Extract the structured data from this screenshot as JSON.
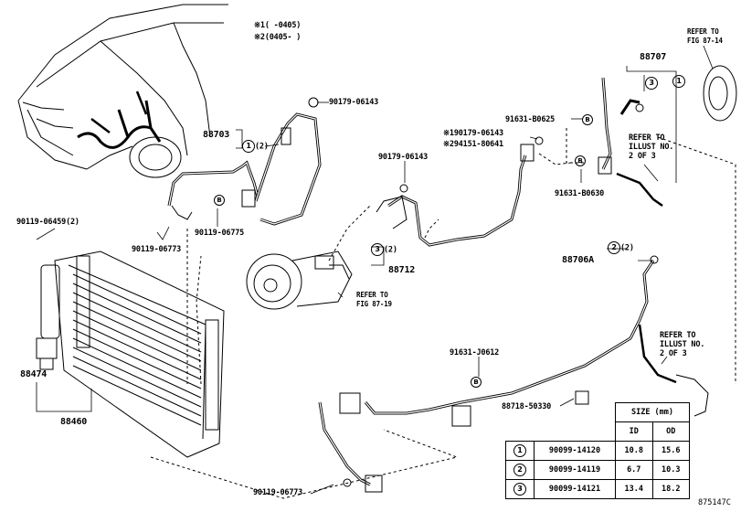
{
  "notes": [
    {
      "mark": "※1",
      "text": "(    -0405)"
    },
    {
      "mark": "※2",
      "text": "(0405-    )"
    }
  ],
  "labels": {
    "p90179_06143_top": "90179-06143",
    "p88703": "88703",
    "p88703_qty": "(2)",
    "p88707": "88707",
    "refer_fig_87_14": [
      "REFER TO",
      "FIG 87-14"
    ],
    "p91631_b0625": "91631-B0625",
    "s1_90179_06143": "※190179-06143",
    "s2_94151_80641": "※294151-80641",
    "refer_illust_top": [
      "REFER TO",
      "ILLUST NO.",
      "2 OF 3"
    ],
    "p90179_06143_mid": "90179-06143",
    "p91631_b0630": "91631-B0630",
    "p90119_06459": "90119-06459(2)",
    "p90119_06773_a": "90119-06773",
    "p90119_06775": "90119-06775",
    "p88712": "88712",
    "p88712_qty": "(2)",
    "p88706a": "88706A",
    "p88706a_qty": "(2)",
    "refer_fig_87_19": [
      "REFER TO",
      "FIG 87-19"
    ],
    "refer_illust_bottom": [
      "REFER TO",
      "ILLUST NO.",
      "2 OF 3"
    ],
    "p91631_j0612": "91631-J0612",
    "p88474": "88474",
    "p88460": "88460",
    "p88718_50330": "88718-50330",
    "p90119_06773_b": "90119-06773",
    "b_mark": "B"
  },
  "size_table": {
    "title": "SIZE (mm)",
    "col_id": "ID",
    "col_od": "OD",
    "rows": [
      {
        "ref": "1",
        "part": "90099-14120",
        "id": "10.8",
        "od": "15.6"
      },
      {
        "ref": "2",
        "part": "90099-14119",
        "id": "6.7",
        "od": "10.3"
      },
      {
        "ref": "3",
        "part": "90099-14121",
        "id": "13.4",
        "od": "18.2"
      }
    ]
  },
  "drawing_id": "875147C"
}
